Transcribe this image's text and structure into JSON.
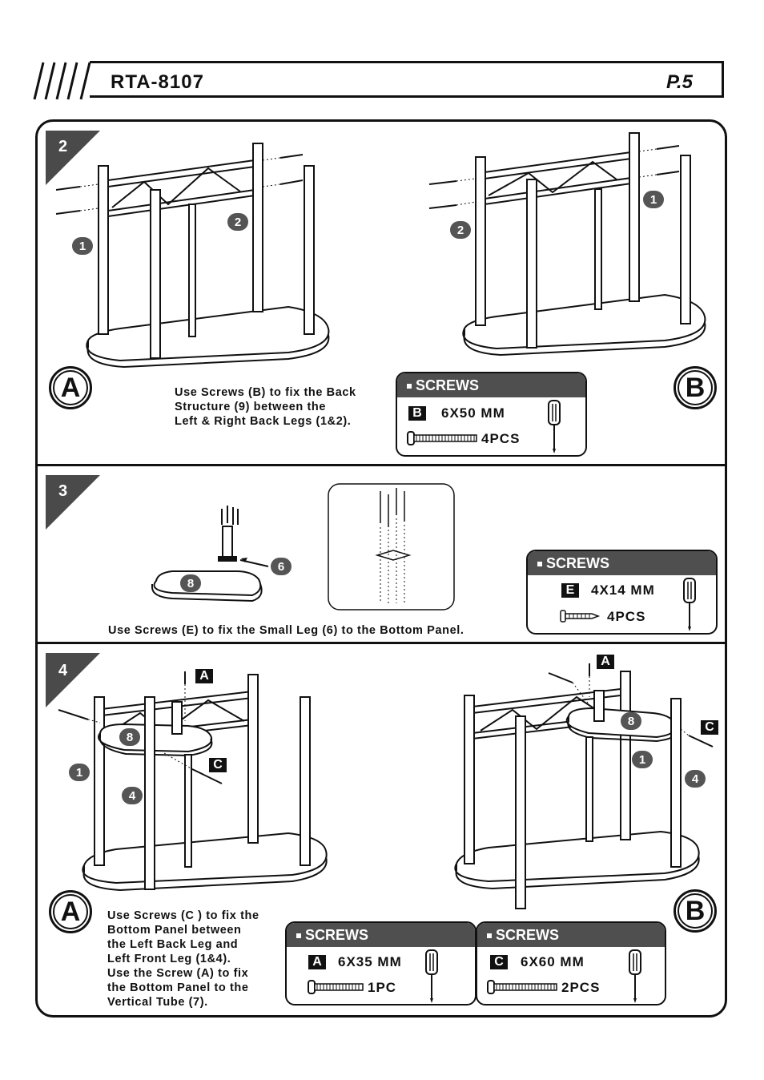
{
  "header": {
    "model": "RTA-8107",
    "page": "P.5"
  },
  "steps": [
    {
      "number": "2",
      "instruction": [
        "Use Screws (B) to fix the Back",
        "Structure (9) between the",
        "Left & Right Back Legs (1&2)."
      ]
    },
    {
      "number": "3",
      "instruction": [
        "Use Screws (E) to fix the Small Leg (6) to the Bottom Panel."
      ]
    },
    {
      "number": "4",
      "instruction": [
        "Use Screws (C ) to fix the",
        "Bottom Panel between",
        "the Left Back Leg and",
        "Left Front Leg (1&4).",
        "Use the Screw (A) to fix",
        "the Bottom Panel to the",
        "Vertical Tube (7)."
      ]
    }
  ],
  "views": {
    "a": "A",
    "b": "B"
  },
  "parts": {
    "p1": "1",
    "p2": "2",
    "p4": "4",
    "p6": "6",
    "p8": "8"
  },
  "screw_letters": {
    "a": "A",
    "b": "B",
    "c": "C",
    "e": "E"
  },
  "screws": [
    {
      "heading": "SCREWS",
      "letter": "B",
      "spec": "6X50 MM",
      "qty": "4PCS"
    },
    {
      "heading": "SCREWS",
      "letter": "E",
      "spec": "4X14 MM",
      "qty": "4PCS"
    },
    {
      "heading": "SCREWS",
      "letter": "A",
      "spec": "6X35 MM",
      "qty": "1PC"
    },
    {
      "heading": "SCREWS",
      "letter": "C",
      "spec": "6X60 MM",
      "qty": "2PCS"
    }
  ]
}
